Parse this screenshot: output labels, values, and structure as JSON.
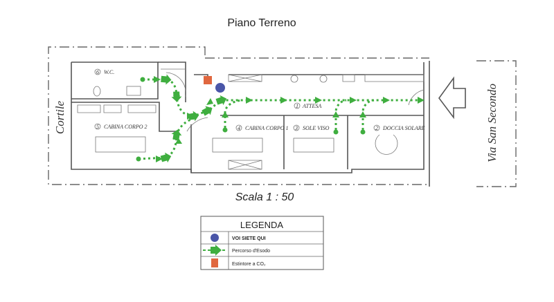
{
  "title": "Piano Terreno",
  "scale": "Scala 1 : 50",
  "left_label": "Cortile",
  "right_label": "Via San Secondo",
  "rooms": [
    {
      "num": "6",
      "name": "W.C."
    },
    {
      "num": "5",
      "name": "CABINA CORPO 2"
    },
    {
      "num": "4",
      "name": "CABINA CORPO 1"
    },
    {
      "num": "3",
      "name": "SOLE VISO"
    },
    {
      "num": "2",
      "name": "DOCCIA SOLARE"
    },
    {
      "num": "1",
      "name": "ATTESA"
    }
  ],
  "legend": {
    "title": "LEGENDA",
    "items": [
      {
        "icon": "you-are-here-dot",
        "label": "VOI SIETE QUI"
      },
      {
        "icon": "exit-route-arrow",
        "label": "Percorso d'Esodo"
      },
      {
        "icon": "fire-extinguisher",
        "label": "Estintore a CO₂"
      }
    ]
  },
  "colors": {
    "route": "#3fae3f",
    "you_are_here": "#4a56a8",
    "extinguisher": "#e0673f"
  }
}
